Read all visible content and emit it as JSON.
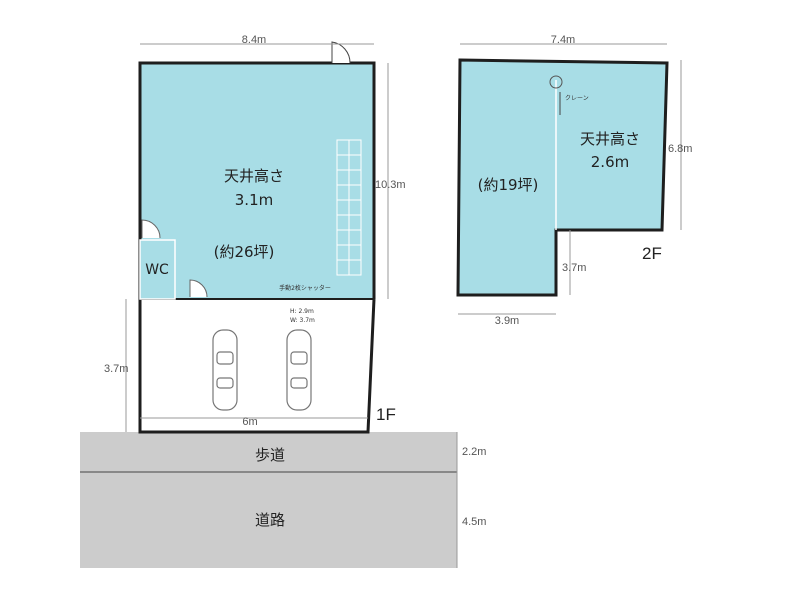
{
  "floor1": {
    "label": "1F",
    "ceiling_label": "天井高さ",
    "ceiling_height": "3.1m",
    "area": "(約26坪)",
    "wc": "WC",
    "shutter": "手動2枚シャッター",
    "shutter_h": "H: 2.9m",
    "shutter_w": "W: 3.7m",
    "dim_top": "8.4m",
    "dim_right": "10.3m",
    "dim_left": "3.7m",
    "dim_bottom": "6m"
  },
  "floor2": {
    "label": "2F",
    "ceiling_label": "天井高さ",
    "ceiling_height": "2.6m",
    "area": "(約19坪)",
    "crane": "クレーン",
    "dim_top": "7.4m",
    "dim_right": "6.8m",
    "dim_notch": "3.7m",
    "dim_bottom": "3.9m"
  },
  "road": {
    "sidewalk": "歩道",
    "sidewalk_width": "2.2m",
    "road": "道路",
    "road_width": "4.5m"
  },
  "colors": {
    "floor_fill": "#a8dde6",
    "road_fill": "#cccccc",
    "wall": "#1e1e1e"
  }
}
